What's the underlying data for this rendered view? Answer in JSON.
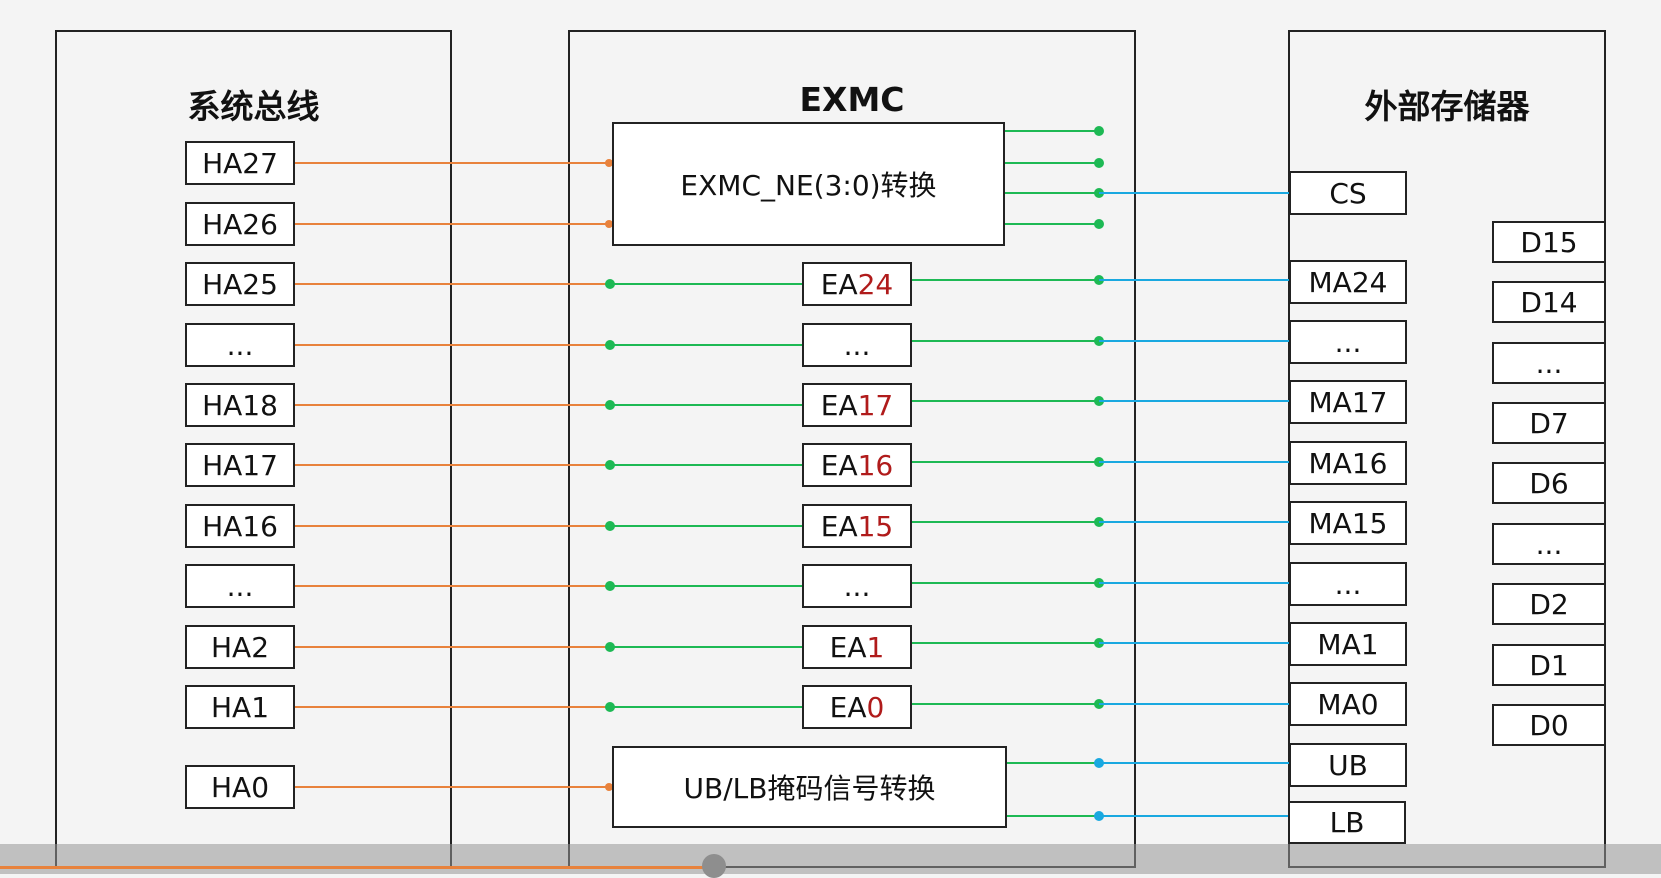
{
  "system_bus": {
    "title": "系统总线",
    "signals": [
      "HA27",
      "HA26",
      "HA25",
      "...",
      "HA18",
      "HA17",
      "HA16",
      "...",
      "HA2",
      "HA1",
      "HA0"
    ]
  },
  "exmc": {
    "title": "EXMC",
    "ne_converter": "EXMC_NE(3:0)转换",
    "mask_converter": "UB/LB掩码信号转换",
    "address_lines": [
      {
        "prefix": "EA",
        "index": "24"
      },
      {
        "prefix": "...",
        "index": ""
      },
      {
        "prefix": "EA",
        "index": "17"
      },
      {
        "prefix": "EA",
        "index": "16"
      },
      {
        "prefix": "EA",
        "index": "15"
      },
      {
        "prefix": "...",
        "index": ""
      },
      {
        "prefix": "EA",
        "index": "1"
      },
      {
        "prefix": "EA",
        "index": "0"
      }
    ]
  },
  "external_memory": {
    "title": "外部存储器",
    "control_and_address": [
      "CS",
      "MA24",
      "...",
      "MA17",
      "MA16",
      "MA15",
      "...",
      "MA1",
      "MA0",
      "UB",
      "LB"
    ],
    "data_lines": [
      "D15",
      "D14",
      "...",
      "D7",
      "D6",
      "...",
      "D2",
      "D1",
      "D0"
    ]
  },
  "colors": {
    "bus_wire": "#e8823c",
    "exmc_wire": "#1db954",
    "memory_wire": "#19a8e0",
    "index_text": "#b01b1b"
  },
  "video_progress": 0.43
}
